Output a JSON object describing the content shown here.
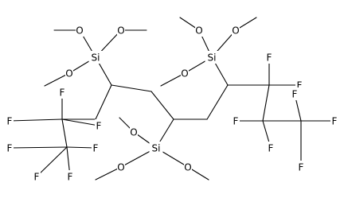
{
  "molecule": {
    "atoms": [
      {
        "id": "si1",
        "symbol": "Si"
      },
      {
        "id": "si2",
        "symbol": "Si"
      },
      {
        "id": "si3",
        "symbol": "Si"
      },
      {
        "id": "o1a",
        "symbol": "O"
      },
      {
        "id": "o1b",
        "symbol": "O"
      },
      {
        "id": "o1c",
        "symbol": "O"
      },
      {
        "id": "o2a",
        "symbol": "O"
      },
      {
        "id": "o2b",
        "symbol": "O"
      },
      {
        "id": "o2c",
        "symbol": "O"
      },
      {
        "id": "o3a",
        "symbol": "O"
      },
      {
        "id": "o3b",
        "symbol": "O"
      },
      {
        "id": "o3c",
        "symbol": "O"
      },
      {
        "id": "fl1",
        "symbol": "F"
      },
      {
        "id": "fl2",
        "symbol": "F"
      },
      {
        "id": "fl3",
        "symbol": "F"
      },
      {
        "id": "fl4",
        "symbol": "F"
      },
      {
        "id": "fl5",
        "symbol": "F"
      },
      {
        "id": "fl6",
        "symbol": "F"
      },
      {
        "id": "fl7",
        "symbol": "F"
      },
      {
        "id": "fr1",
        "symbol": "F"
      },
      {
        "id": "fr2",
        "symbol": "F"
      },
      {
        "id": "fr3",
        "symbol": "F"
      },
      {
        "id": "fr4",
        "symbol": "F"
      },
      {
        "id": "fr5",
        "symbol": "F"
      },
      {
        "id": "fr6",
        "symbol": "F"
      },
      {
        "id": "fr7",
        "symbol": "F"
      }
    ]
  }
}
